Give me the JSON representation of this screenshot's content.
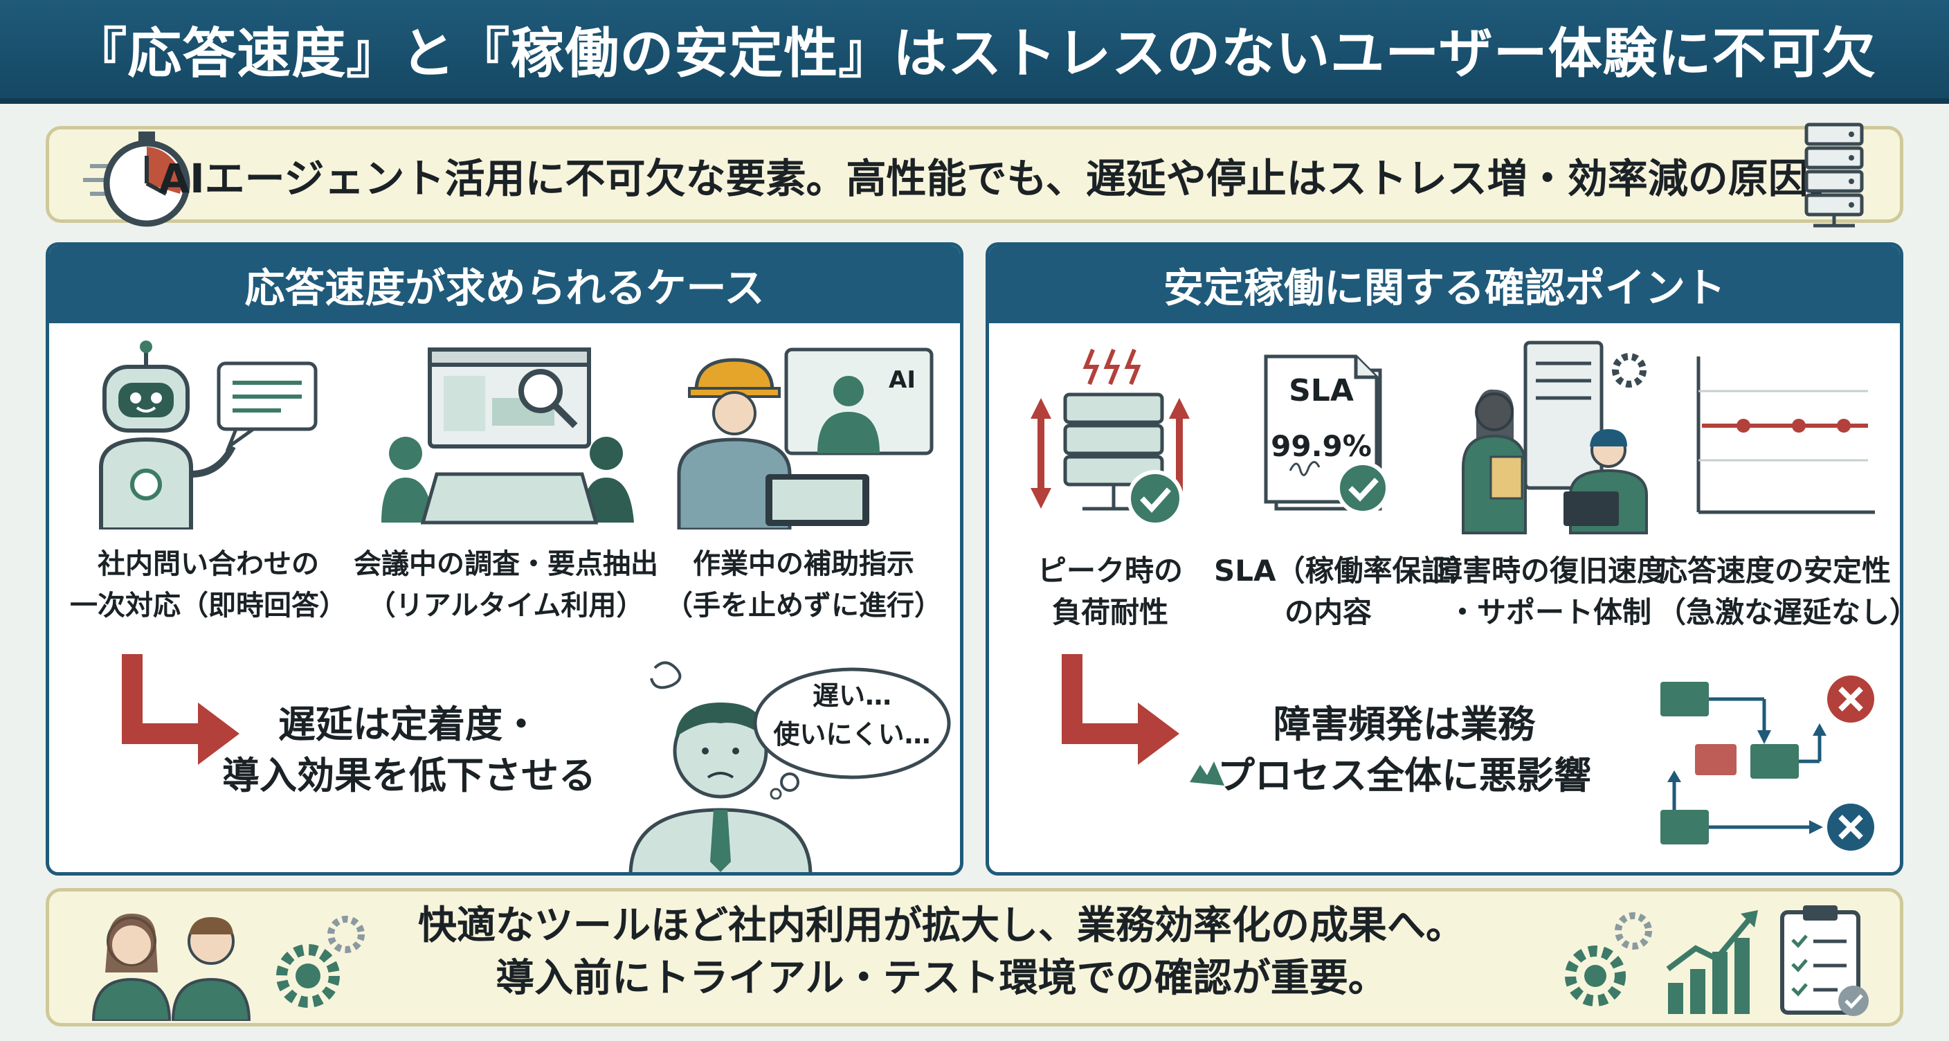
{
  "header": {
    "title": "『応答速度』と『稼働の安定性』はストレスのないユーザー体験に不可欠"
  },
  "intro": {
    "text": "AIエージェント活用に不可欠な要素。高性能でも、遅延や停止はストレス増・効率減の原因。"
  },
  "left_panel": {
    "heading": "応答速度が求められるケース",
    "cases": [
      {
        "line1": "社内問い合わせの",
        "line2": "一次対応（即時回答）",
        "icon": "robot-chat-icon"
      },
      {
        "line1": "会議中の調査・要点抽出",
        "line2": "（リアルタイム利用）",
        "icon": "meeting-search-icon"
      },
      {
        "line1": "作業中の補助指示",
        "line2": "（手を止めずに進行）",
        "icon": "worker-ai-icon"
      }
    ],
    "result": {
      "line1": "遅延は定着度・",
      "line2": "導入効果を低下させる"
    },
    "speech": {
      "line1": "遅い…",
      "line2": "使いにくい…"
    }
  },
  "right_panel": {
    "heading": "安定稼働に関する確認ポイント",
    "points": [
      {
        "line1": "ピーク時の",
        "line2": "負荷耐性",
        "icon": "server-load-icon"
      },
      {
        "line1": "SLA（稼働率保証）",
        "line2": "の内容",
        "icon": "sla-document-icon"
      },
      {
        "line1": "障害時の復旧速度",
        "line2": "・サポート体制",
        "icon": "support-team-icon"
      },
      {
        "line1": "応答速度の安定性",
        "line2": "（急激な遅延なし）",
        "icon": "stable-line-icon"
      }
    ],
    "sla_doc": {
      "title": "SLA",
      "value": "99.9%"
    },
    "result": {
      "line1": "障害頻発は業務",
      "line2": "プロセス全体に悪影響"
    }
  },
  "footer": {
    "line1": "快適なツールほど社内利用が拡大し、業務効率化の成果へ。",
    "line2": "導入前にトライアル・テスト環境での確認が重要。"
  },
  "colors": {
    "navy": "#1f5a7a",
    "cream": "#f7f4dc",
    "accent_red": "#b3403a",
    "teal": "#3d7a68",
    "light_teal": "#cfe3dc"
  }
}
